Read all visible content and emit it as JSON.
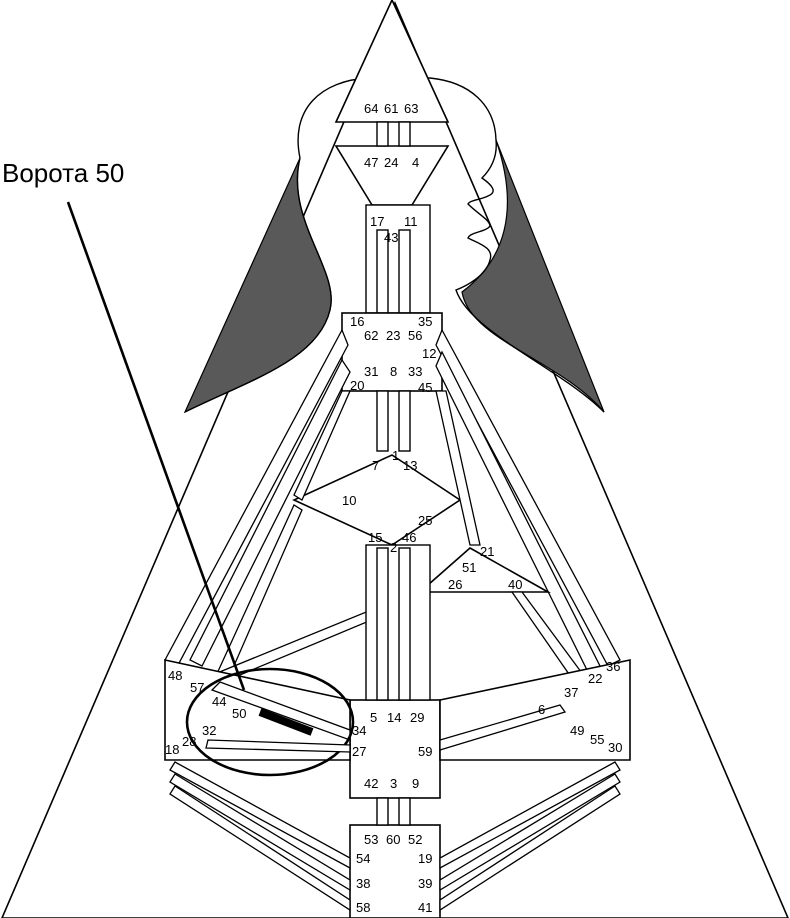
{
  "callout": {
    "label": "Ворота 50",
    "highlighted_gate": "50"
  },
  "colors": {
    "line": "#000000",
    "fill": "#ffffff",
    "shade": "#595959",
    "channel_highlight": "#000000"
  },
  "gates": {
    "head": [
      "64",
      "61",
      "63"
    ],
    "ajna_top": [
      "47",
      "24",
      "4"
    ],
    "ajna_bottom": [
      "17",
      "43",
      "11"
    ],
    "throat": [
      "16",
      "62",
      "23",
      "56",
      "35",
      "12",
      "20",
      "31",
      "8",
      "33",
      "45"
    ],
    "g_center": [
      "7",
      "1",
      "13",
      "10",
      "25",
      "15",
      "2",
      "46"
    ],
    "ego": [
      "21",
      "51",
      "26",
      "40"
    ],
    "solar_plexus": [
      "36",
      "22",
      "37",
      "6",
      "49",
      "55",
      "30"
    ],
    "spleen": [
      "48",
      "57",
      "44",
      "50",
      "32",
      "28",
      "18"
    ],
    "sacral": [
      "34",
      "5",
      "14",
      "29",
      "27",
      "59",
      "42",
      "3",
      "9"
    ],
    "root": [
      "53",
      "60",
      "52",
      "54",
      "19",
      "38",
      "39",
      "58",
      "41"
    ]
  }
}
